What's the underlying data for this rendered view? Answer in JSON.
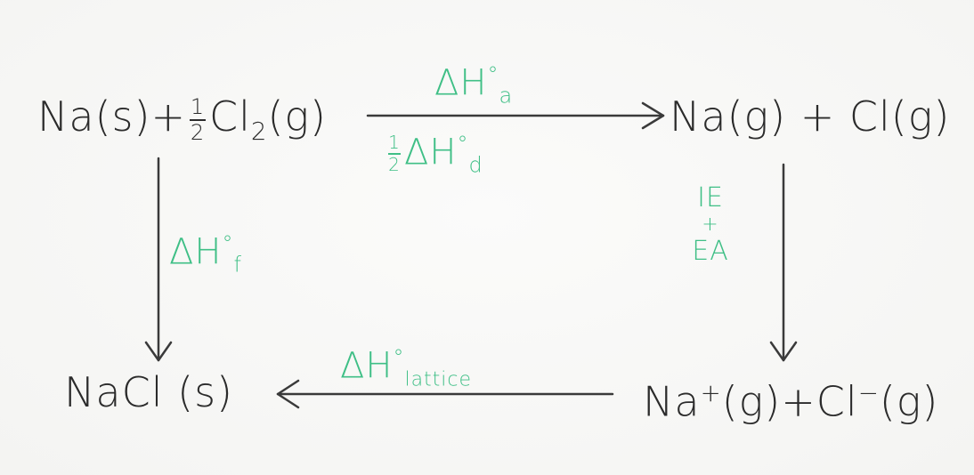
{
  "species": {
    "top_left": {
      "na": "Na(s)",
      "plus": "+",
      "frac_num": "1",
      "frac_den": "2",
      "cl": "Cl",
      "cl_sub": "2",
      "state": "(g)"
    },
    "top_right": "Na(g) + Cl(g)",
    "bottom_left": "NaCl (s)",
    "bottom_right": {
      "na": "Na",
      "na_sup": "+",
      "mid": "(g)+Cl",
      "cl_sup": "−",
      "state": "(g)"
    }
  },
  "labels": {
    "atomization": {
      "delta": "ΔH",
      "sup": "°",
      "sub": "a"
    },
    "dissociation": {
      "frac_num": "1",
      "frac_den": "2",
      "delta": "ΔH",
      "sup": "°",
      "sub": "d"
    },
    "formation": {
      "delta": "ΔH",
      "sup": "°",
      "sub": "f"
    },
    "ionization": {
      "line1": "IE",
      "line2": "+",
      "line3": "EA"
    },
    "lattice": {
      "delta": "ΔH",
      "sup": "°",
      "sub": "lattice"
    }
  },
  "colors": {
    "ink": "#2b2b2b",
    "label": "#3fbf86"
  }
}
